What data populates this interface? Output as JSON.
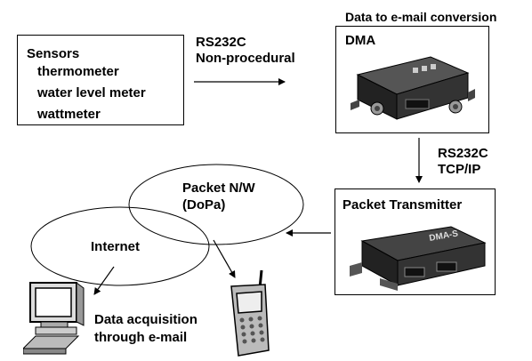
{
  "sensors": {
    "title": "Sensors",
    "items": [
      "thermometer",
      "water level meter",
      "wattmeter"
    ]
  },
  "link1": {
    "line1": "RS232C",
    "line2": "Non-procedural"
  },
  "dma": {
    "caption": "Data to e-mail conversion",
    "title": "DMA"
  },
  "link2": {
    "line1": "RS232C",
    "line2": "TCP/IP"
  },
  "packet_transmitter": {
    "title": "Packet Transmitter",
    "device_text": "DMA-S"
  },
  "networks": {
    "packet_nw_line1": "Packet N/W",
    "packet_nw_line2": "(DoPa)",
    "internet": "Internet"
  },
  "client": {
    "line1": "Data acquisition",
    "line2": "through e-mail"
  }
}
